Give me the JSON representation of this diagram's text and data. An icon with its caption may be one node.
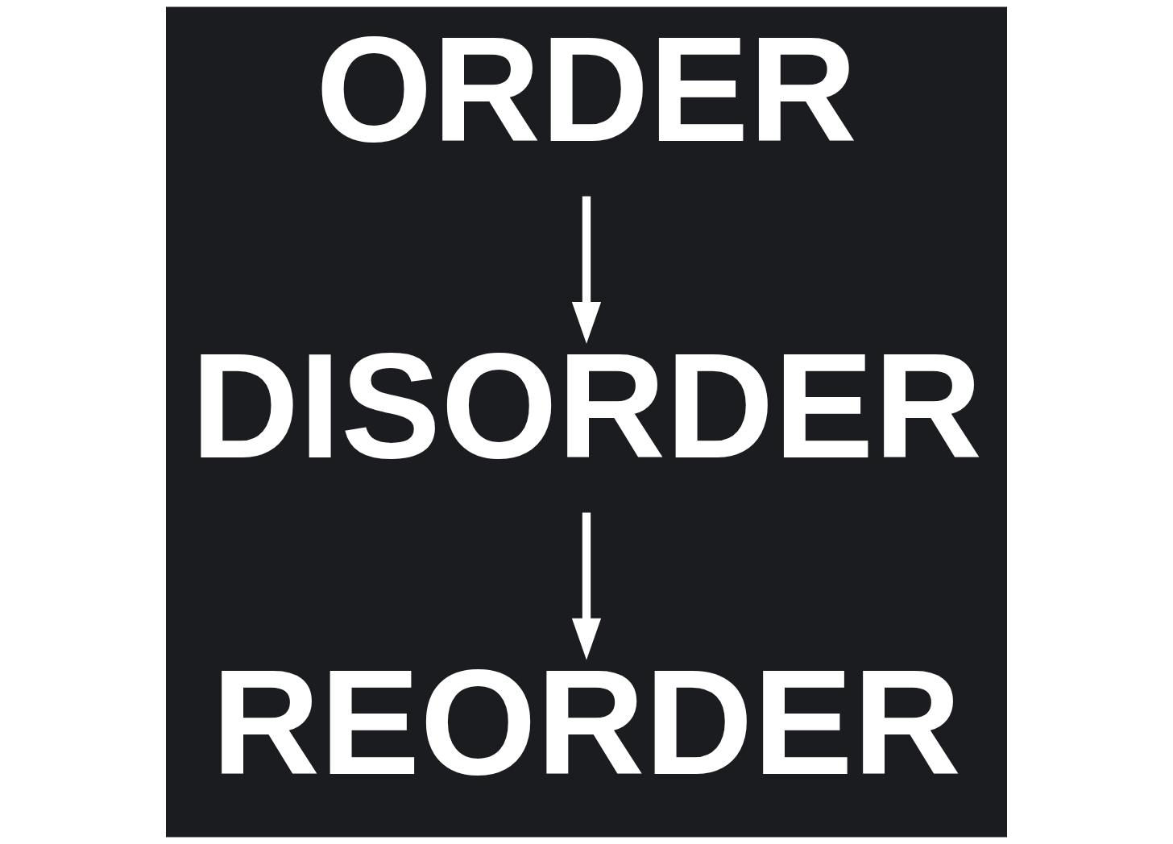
{
  "diagram": {
    "nodes": [
      {
        "text": [
          "ORDER"
        ]
      },
      {
        "text": [
          "DISORDER"
        ]
      },
      {
        "text": [
          "REORDER"
        ]
      }
    ],
    "edges": [
      {
        "from": 0,
        "to": 1,
        "arrow": "to"
      },
      {
        "from": 1,
        "to": 2,
        "arrow": "to"
      }
    ]
  }
}
